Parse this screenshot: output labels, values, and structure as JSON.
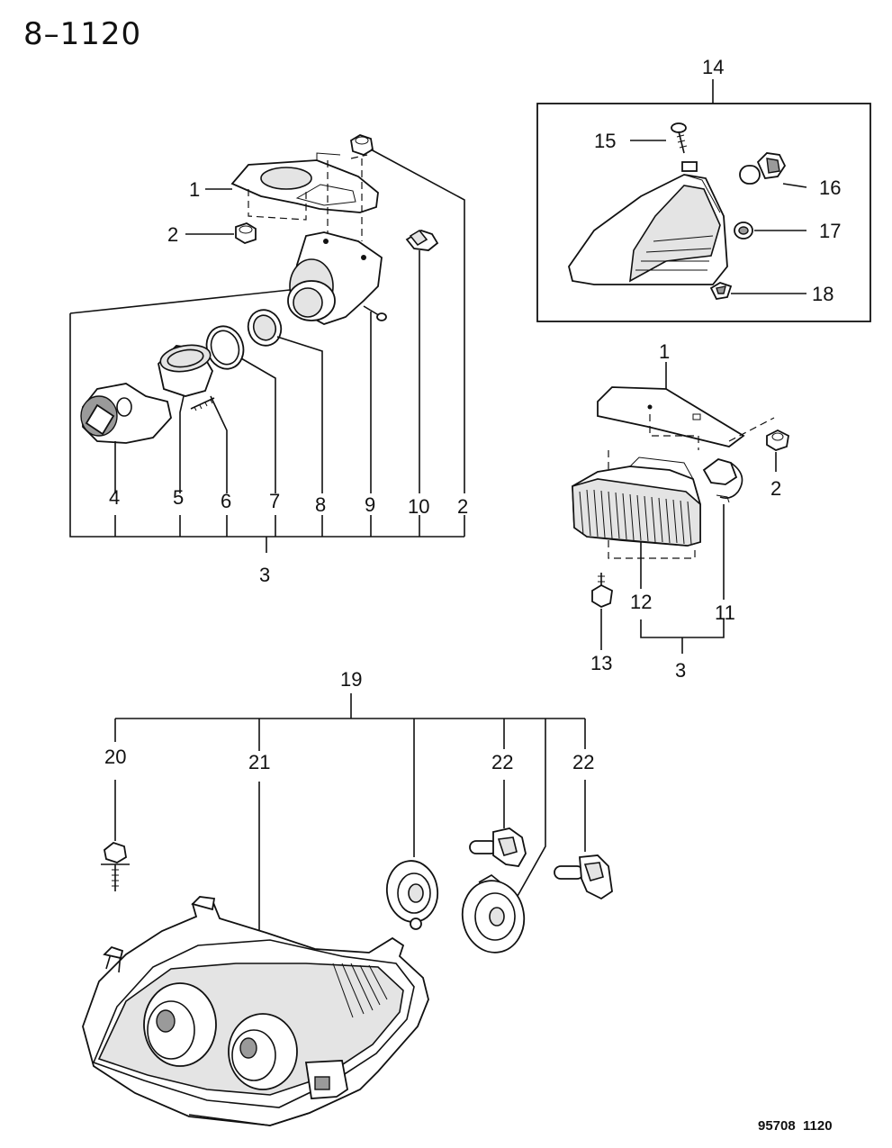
{
  "title": "8–1120",
  "footer": "95708  1120",
  "callouts": {
    "c1a": "1",
    "c2a": "2",
    "c2b": "2",
    "c3a": "3",
    "c4": "4",
    "c5": "5",
    "c6": "6",
    "c7": "7",
    "c8": "8",
    "c9": "9",
    "c10": "10",
    "c14": "14",
    "c15": "15",
    "c16": "16",
    "c17": "17",
    "c18": "18",
    "c1b": "1",
    "c2c": "2",
    "c11": "11",
    "c12": "12",
    "c13": "13",
    "c3b": "3",
    "c19": "19",
    "c20": "20",
    "c21": "21",
    "c22a": "22",
    "c22b": "22"
  },
  "icons": {
    "title_mark": "diagram-title",
    "parts": [
      "bracket",
      "nut",
      "fog-lamp",
      "lens-cover",
      "ring",
      "seal",
      "screw",
      "bulb-socket",
      "side-marker-lamp",
      "clip",
      "turn-signal-lamp",
      "bolt",
      "headlamp-assembly",
      "dust-cover",
      "bulb"
    ]
  }
}
